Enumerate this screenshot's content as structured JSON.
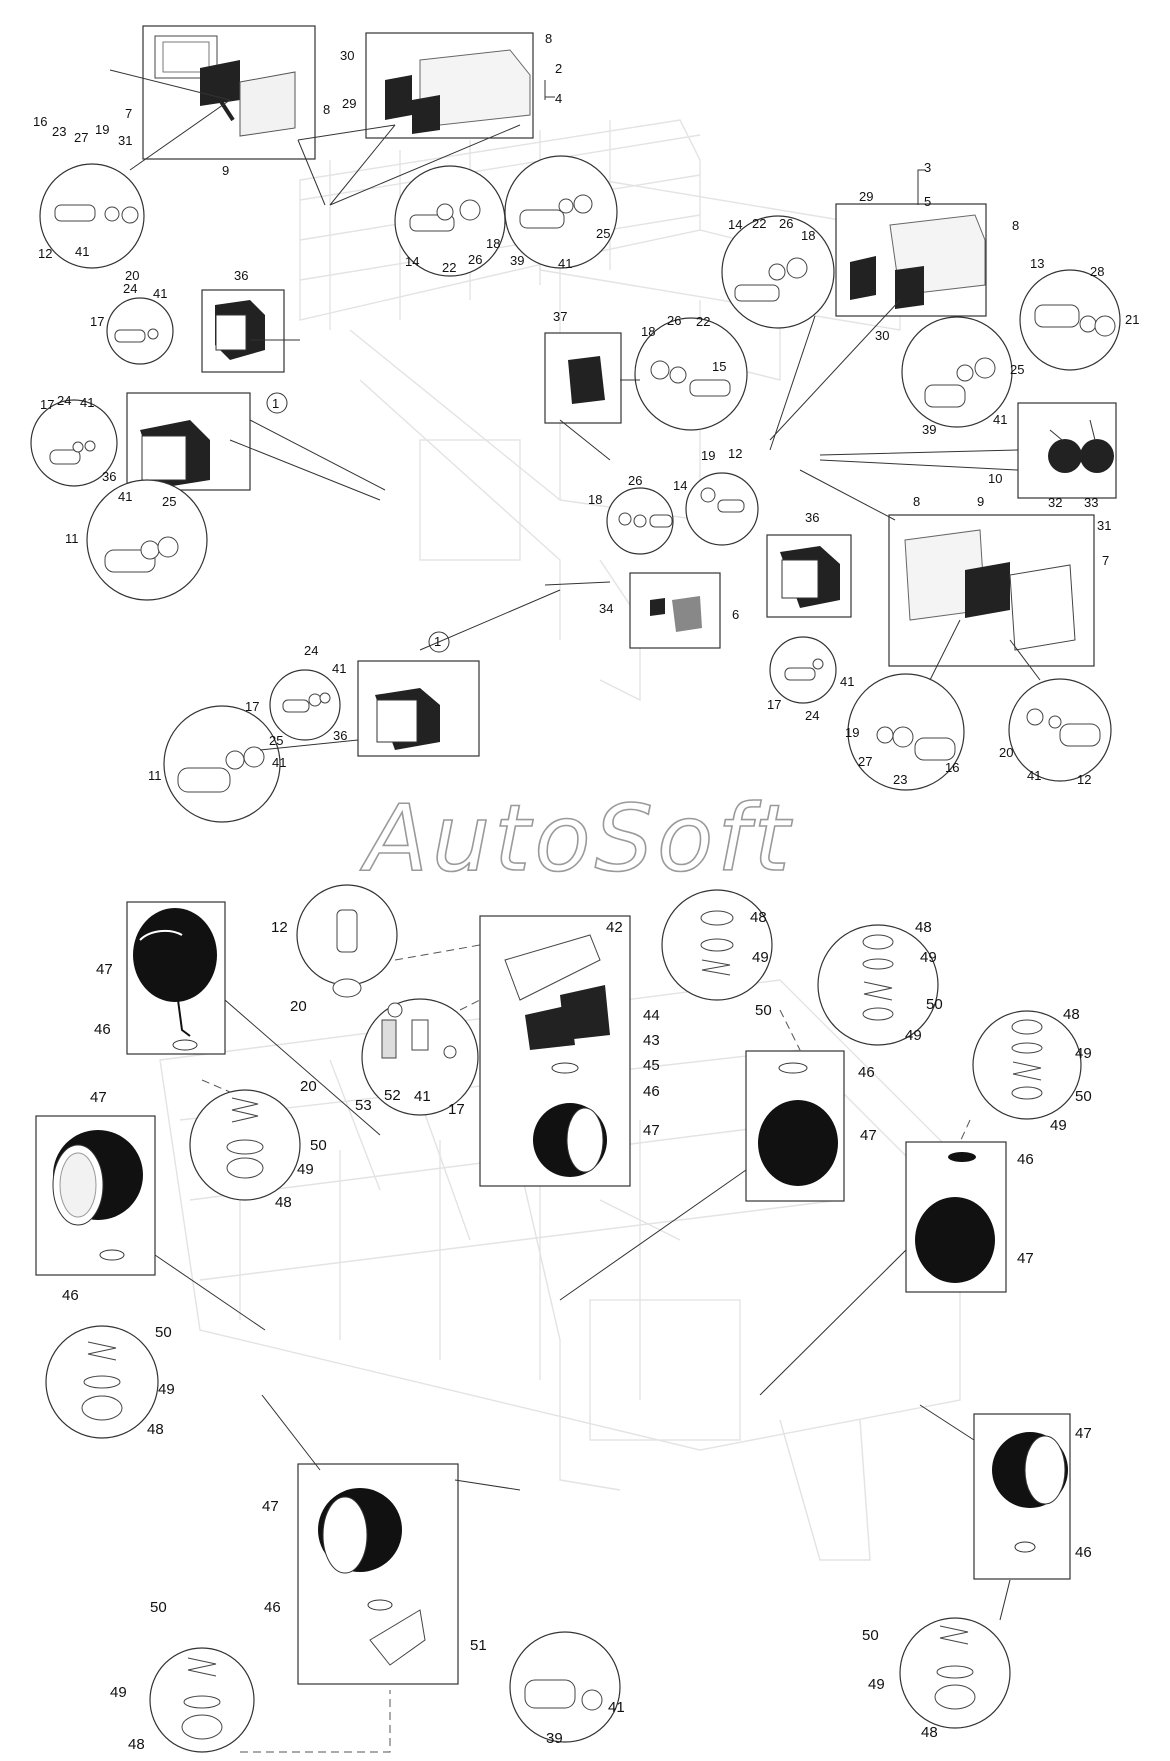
{
  "watermark": "AutoSoft",
  "callouts": {
    "c1": "1",
    "c2": "2",
    "c3": "3",
    "c4": "4",
    "c5": "5",
    "c6": "6",
    "c7": "7",
    "c8": "8",
    "c9": "9",
    "c10": "10",
    "c11": "11",
    "c12": "12",
    "c13": "13",
    "c14": "14",
    "c15": "15",
    "c16": "16",
    "c17": "17",
    "c18": "18",
    "c19": "19",
    "c20": "20",
    "c21": "21",
    "c22": "22",
    "c23": "23",
    "c24": "24",
    "c25": "25",
    "c26": "26",
    "c27": "27",
    "c28": "28",
    "c29": "29",
    "c30": "30",
    "c31": "31",
    "c32": "32",
    "c33": "33",
    "c34": "34",
    "c36": "36",
    "c37": "37",
    "c39": "39",
    "c41": "41",
    "c42": "42",
    "c43": "43",
    "c44": "44",
    "c45": "45",
    "c46": "46",
    "c47": "47",
    "c48": "48",
    "c49": "49",
    "c50": "50",
    "c51": "51",
    "c52": "52",
    "c53": "53"
  },
  "colors": {
    "line": "#333333",
    "ghost": "#e3e3e3",
    "lamp": "#111111",
    "watermark": "#9a9a9a"
  }
}
